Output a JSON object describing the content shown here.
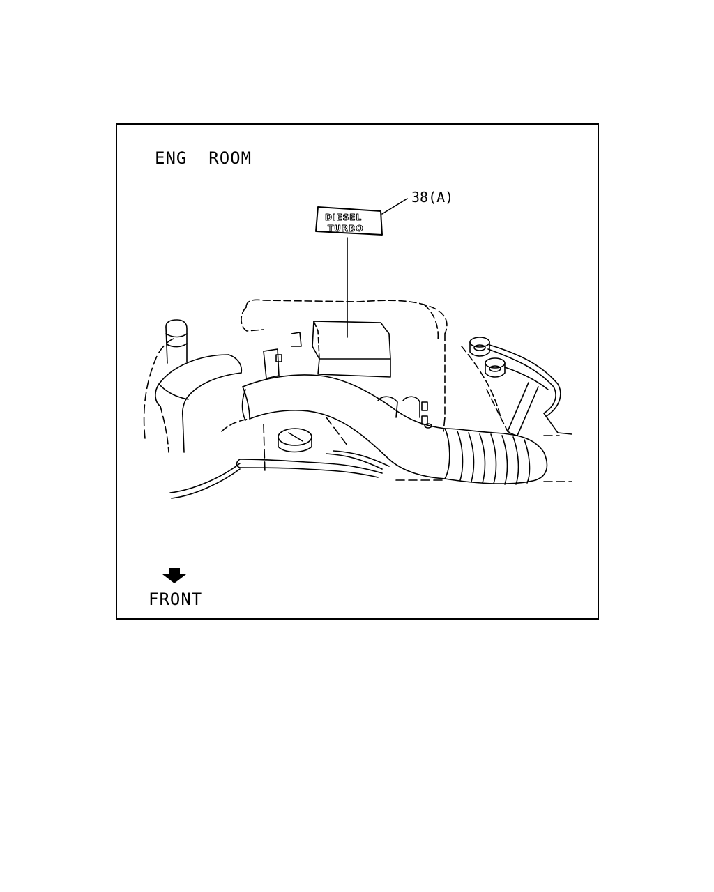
{
  "diagram": {
    "title": "ENG  ROOM",
    "callout_label": "38(A)",
    "badge": {
      "line1": "DIESEL",
      "line2": "TURBO"
    },
    "front_label": "FRONT",
    "icons": {
      "front_arrow": "down-arrow-icon"
    },
    "colors": {
      "line": "#000000",
      "background": "#ffffff"
    }
  }
}
